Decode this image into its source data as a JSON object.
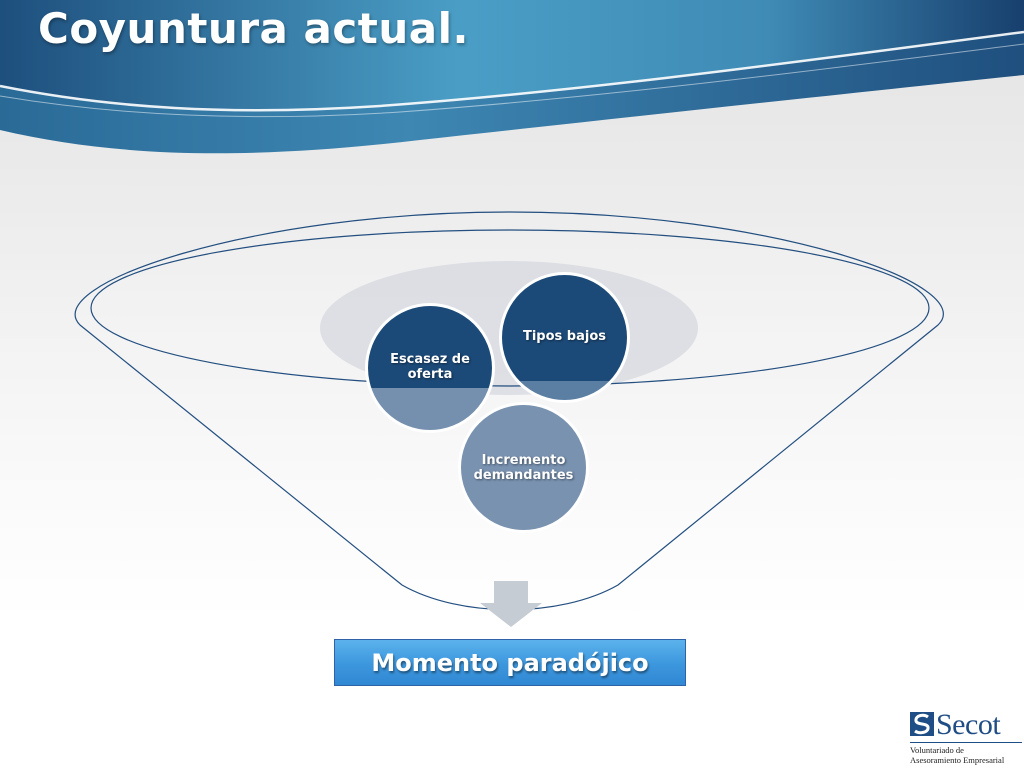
{
  "slide": {
    "title": "Coyuntura actual."
  },
  "diagram": {
    "factors": [
      {
        "label": "Tipos bajos"
      },
      {
        "label": "Escasez de oferta"
      },
      {
        "label": "Incremento demandantes"
      }
    ],
    "result": "Momento paradójico"
  },
  "logo": {
    "name": "Secot",
    "tagline_line1": "Voluntariado de",
    "tagline_line2": "Asesoramiento Empresarial",
    "icon": "s-mark-icon"
  },
  "colors": {
    "header_dark": "#1e4f7d",
    "header_light": "#4a9ec6",
    "circle_dark": "#1c4a78",
    "circle_light": "#7992b0",
    "result_box": "#3d97dd",
    "funnel_outline": "#234f80"
  }
}
